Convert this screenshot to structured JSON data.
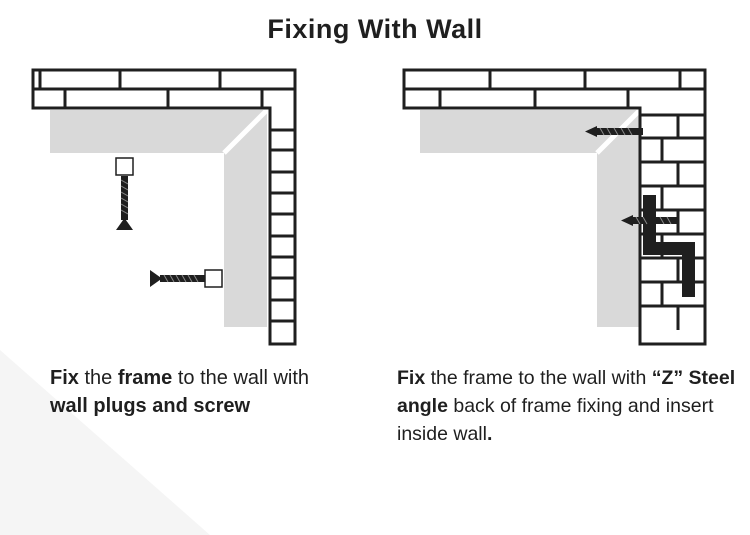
{
  "title": "Fixing With Wall",
  "left_caption": {
    "p1_bold": "Fix",
    "p2": " the ",
    "p3_bold": "frame",
    "p4": " to the wall with ",
    "p5_bold": "wall plugs and screw"
  },
  "right_caption": {
    "p1_bold": "Fix",
    "p2": " the frame to the wall with ",
    "p3_bold": "“Z” Steel angle",
    "p4": " back of frame fixing and insert inside wall",
    "p5_bold": "."
  },
  "colors": {
    "ink": "#1f1f1f",
    "frame_gray": "#d9d9d9",
    "background_wedge": "#f4f4f4"
  }
}
